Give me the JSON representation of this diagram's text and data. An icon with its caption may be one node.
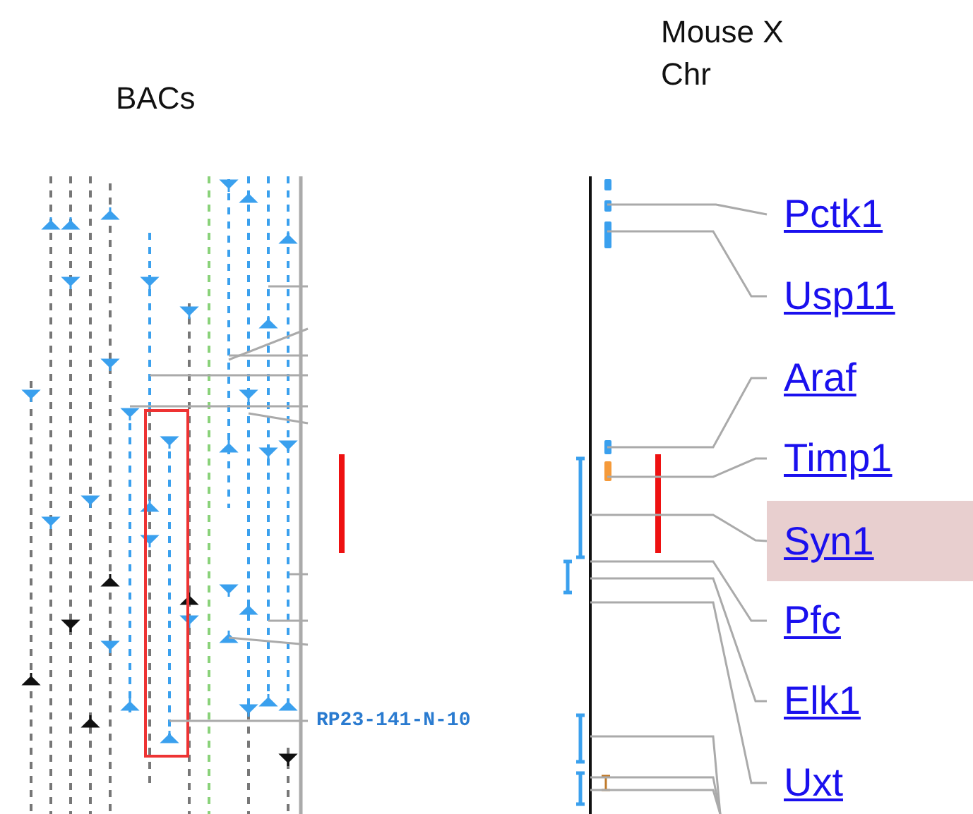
{
  "diagram": {
    "nodes": [
      {
        "text": [
          "Pctk1"
        ]
      },
      {
        "text": [
          "Usp11"
        ]
      },
      {
        "text": [
          "Araf"
        ]
      },
      {
        "text": [
          "Timp1"
        ]
      },
      {
        "text": [
          "Syn1"
        ]
      },
      {
        "text": [
          "Pfc"
        ]
      },
      {
        "text": [
          "Elk1"
        ]
      },
      {
        "text": [
          "Uxt"
        ]
      },
      {
        "text": [
          "RP23-141-N-10"
        ]
      }
    ],
    "edges": [
      {
        "from": 0,
        "to": null,
        "arrow": "none"
      },
      {
        "from": 1,
        "to": null,
        "arrow": "none"
      },
      {
        "from": 2,
        "to": null,
        "arrow": "none"
      },
      {
        "from": 3,
        "to": null,
        "arrow": "none"
      },
      {
        "from": 4,
        "to": null,
        "arrow": "none"
      },
      {
        "from": 5,
        "to": null,
        "arrow": "none"
      },
      {
        "from": 6,
        "to": null,
        "arrow": "none"
      },
      {
        "from": 7,
        "to": null,
        "arrow": "none"
      },
      {
        "from": 8,
        "to": null,
        "arrow": "none"
      }
    ],
    "labels": [
      "BACs",
      "Mouse X Chr"
    ]
  }
}
